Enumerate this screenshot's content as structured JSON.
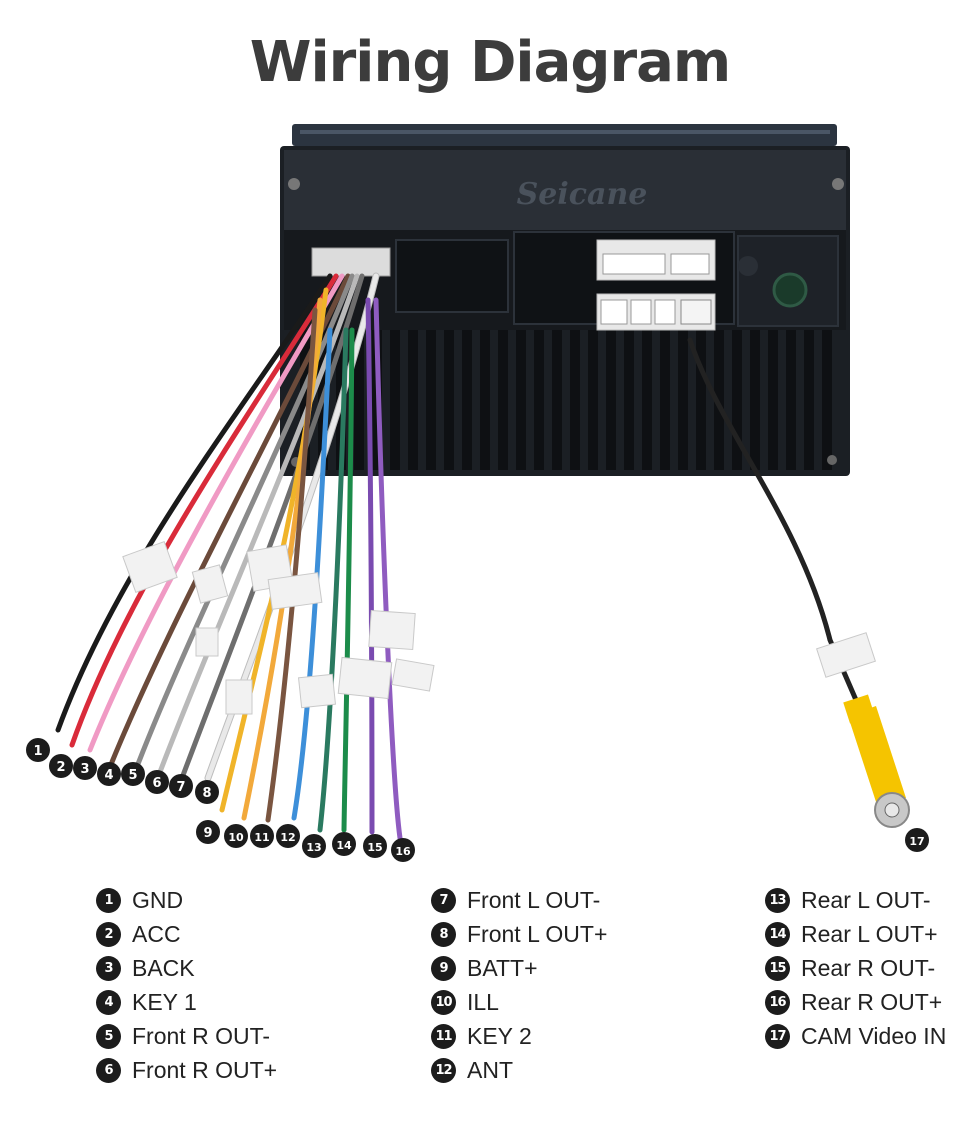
{
  "title": "Wiring Diagram",
  "brand": "Seicane",
  "legend": [
    {
      "num": "1",
      "label": "GND"
    },
    {
      "num": "2",
      "label": "ACC"
    },
    {
      "num": "3",
      "label": "BACK"
    },
    {
      "num": "4",
      "label": "KEY 1"
    },
    {
      "num": "5",
      "label": "Front R OUT-"
    },
    {
      "num": "6",
      "label": "Front R OUT+"
    },
    {
      "num": "7",
      "label": "Front L OUT-"
    },
    {
      "num": "8",
      "label": "Front L OUT+"
    },
    {
      "num": "9",
      "label": "BATT+"
    },
    {
      "num": "10",
      "label": "ILL"
    },
    {
      "num": "11",
      "label": "KEY 2"
    },
    {
      "num": "12",
      "label": "ANT"
    },
    {
      "num": "13",
      "label": "Rear L OUT-"
    },
    {
      "num": "14",
      "label": "Rear L OUT+"
    },
    {
      "num": "15",
      "label": "Rear R OUT-"
    },
    {
      "num": "16",
      "label": "Rear R OUT+"
    },
    {
      "num": "17",
      "label": "CAM Video IN"
    }
  ],
  "wire_colors": {
    "1": "#1a1a1a",
    "2": "#d92b3a",
    "3": "#f09ac4",
    "4": "#6b4a3a",
    "5": "#8a8a8a",
    "6": "#b9b9b9",
    "7": "#6e6e6e",
    "8": "#e9e9e9",
    "9": "#f0b429",
    "10": "#f2a93b",
    "11": "#7a5540",
    "12": "#3d8fd9",
    "13": "#2a7a60",
    "14": "#1c8c4a",
    "15": "#7a4bb0",
    "16": "#8f5cc0",
    "17": "#222222"
  },
  "rca_color": "#f5c400"
}
